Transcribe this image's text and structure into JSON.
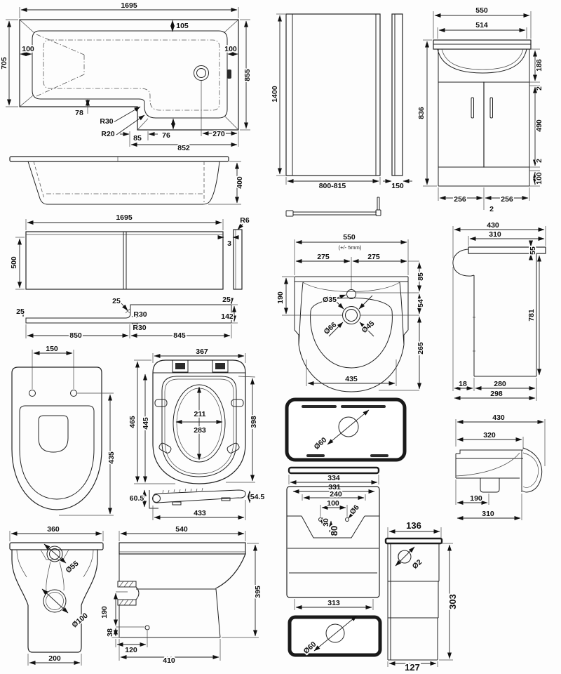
{
  "sheet": {
    "background": "#fdfdfd",
    "line_color": "#222222"
  },
  "drawings": {
    "bath_plan": {
      "length": "1695",
      "inset_top": "105",
      "wall_left": "100",
      "wall_right": "100",
      "width_left": "705",
      "width_right": "855",
      "rim_bottom": "78",
      "radius_inner": "R30",
      "radius_outer": "R20",
      "step": "85",
      "rim_right": "76",
      "length_bottom": "852",
      "drain_offset": "270"
    },
    "bath_side": {
      "height": "400"
    },
    "panel_front": {
      "length": "1695",
      "height": "500",
      "radius": "R6",
      "gap": "3"
    },
    "panel_plan": {
      "thk_left": "25",
      "thk_mid": "25",
      "thk_right": "25",
      "radius_top": "R30",
      "radius_bottom": "R30",
      "depth_right": "142",
      "len_left": "850",
      "len_right": "845"
    },
    "screen_front": {
      "height": "1400",
      "width": "800-815"
    },
    "screen_side": {
      "depth": "150"
    },
    "vanity_front": {
      "width": "550",
      "basin_width": "514",
      "basin_height": "186",
      "gap_top": "2",
      "door_height": "490",
      "gap_bottom": "2",
      "plinth_height": "100",
      "height": "836",
      "door_left": "256",
      "door_right": "256",
      "gap_mid": "2"
    },
    "vanity_side": {
      "depth_total": "430",
      "depth_top": "310",
      "counter_thk": "55",
      "height": "781",
      "front_gap": "18",
      "cabinet_depth": "280",
      "base_depth": "298"
    },
    "basin_plan": {
      "width": "550",
      "tolerance": "(+/- 5mm)",
      "half_left": "275",
      "half_right": "275",
      "edge_top": "85",
      "back_depth": "190",
      "tap_hole": "Ø35",
      "edge_mid": "54",
      "overflow_outer": "Ø66",
      "overflow_inner": "Ø45",
      "bowl_depth": "265",
      "bowl_width": "435"
    },
    "basin_side": {
      "depth_total": "430",
      "depth_top": "320",
      "trap_offset": "190",
      "depth_bottom": "310"
    },
    "seat_lid": {
      "hinge_centres": "150",
      "length": "435"
    },
    "seat_open": {
      "width": "367",
      "length_outer": "465",
      "length_inner": "445",
      "opening_width": "211",
      "opening_length": "283",
      "seat_length": "398",
      "height_back": "60.5",
      "height_front": "54.5",
      "length_side": "433"
    },
    "toilet_rear": {
      "width": "360",
      "flush_hole": "Ø55",
      "outlet": "Ø100",
      "base_width": "200"
    },
    "toilet_side": {
      "length": "540",
      "height": "395",
      "inlet_height": "190",
      "fixing_height": "38",
      "fixing_offset": "120",
      "base_length": "410"
    },
    "cistern_lid": {
      "hole": "Ø60"
    },
    "cistern_front": {
      "width_lid": "334",
      "width_top": "331",
      "width_recess": "240",
      "hole_centres": "100",
      "hole": "Ø6",
      "recess_drop": "30",
      "recess_height": "80",
      "width_base": "313"
    },
    "cistern_base": {
      "hole": "Ø60"
    },
    "cistern_side": {
      "width": "136",
      "hole": "Ø2",
      "height": "303",
      "width_base": "127"
    }
  }
}
